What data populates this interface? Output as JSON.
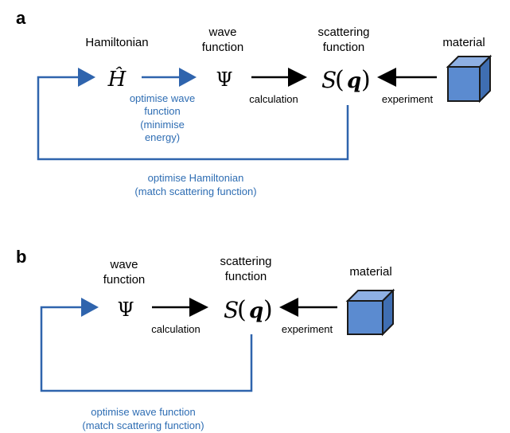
{
  "colors": {
    "blue_line": "#2f64ad",
    "blue_text": "#2e6db3",
    "black": "#000000",
    "cube_front": "#5b8bd0",
    "cube_top": "#8eb0e3",
    "cube_side": "#3f6eb2",
    "cube_stroke": "#1a1a1a"
  },
  "panel_a": {
    "letter": "a",
    "hamiltonian_label": "Hamiltonian",
    "hamiltonian_symbol": "Ĥ",
    "wave_label_1": "wave",
    "wave_label_2": "function",
    "psi_symbol": "Ψ",
    "scattering_label_1": "scattering",
    "scattering_label_2": "function",
    "s_symbol": "S",
    "q_symbol": "q",
    "paren_open": "(",
    "paren_close": ")",
    "material_label": "material",
    "calculation_label": "calculation",
    "experiment_label": "experiment",
    "inner_loop_text": [
      "optimise wave",
      "function",
      "(minimise",
      "energy)"
    ],
    "outer_loop_text": [
      "optimise Hamiltonian",
      "(match scattering function)"
    ]
  },
  "panel_b": {
    "letter": "b",
    "wave_label_1": "wave",
    "wave_label_2": "function",
    "psi_symbol": "Ψ",
    "scattering_label_1": "scattering",
    "scattering_label_2": "function",
    "s_symbol": "S",
    "q_symbol": "q",
    "paren_open": "(",
    "paren_close": ")",
    "material_label": "material",
    "calculation_label": "calculation",
    "experiment_label": "experiment",
    "loop_text": [
      "optimise wave function",
      "(match scattering function)"
    ]
  }
}
